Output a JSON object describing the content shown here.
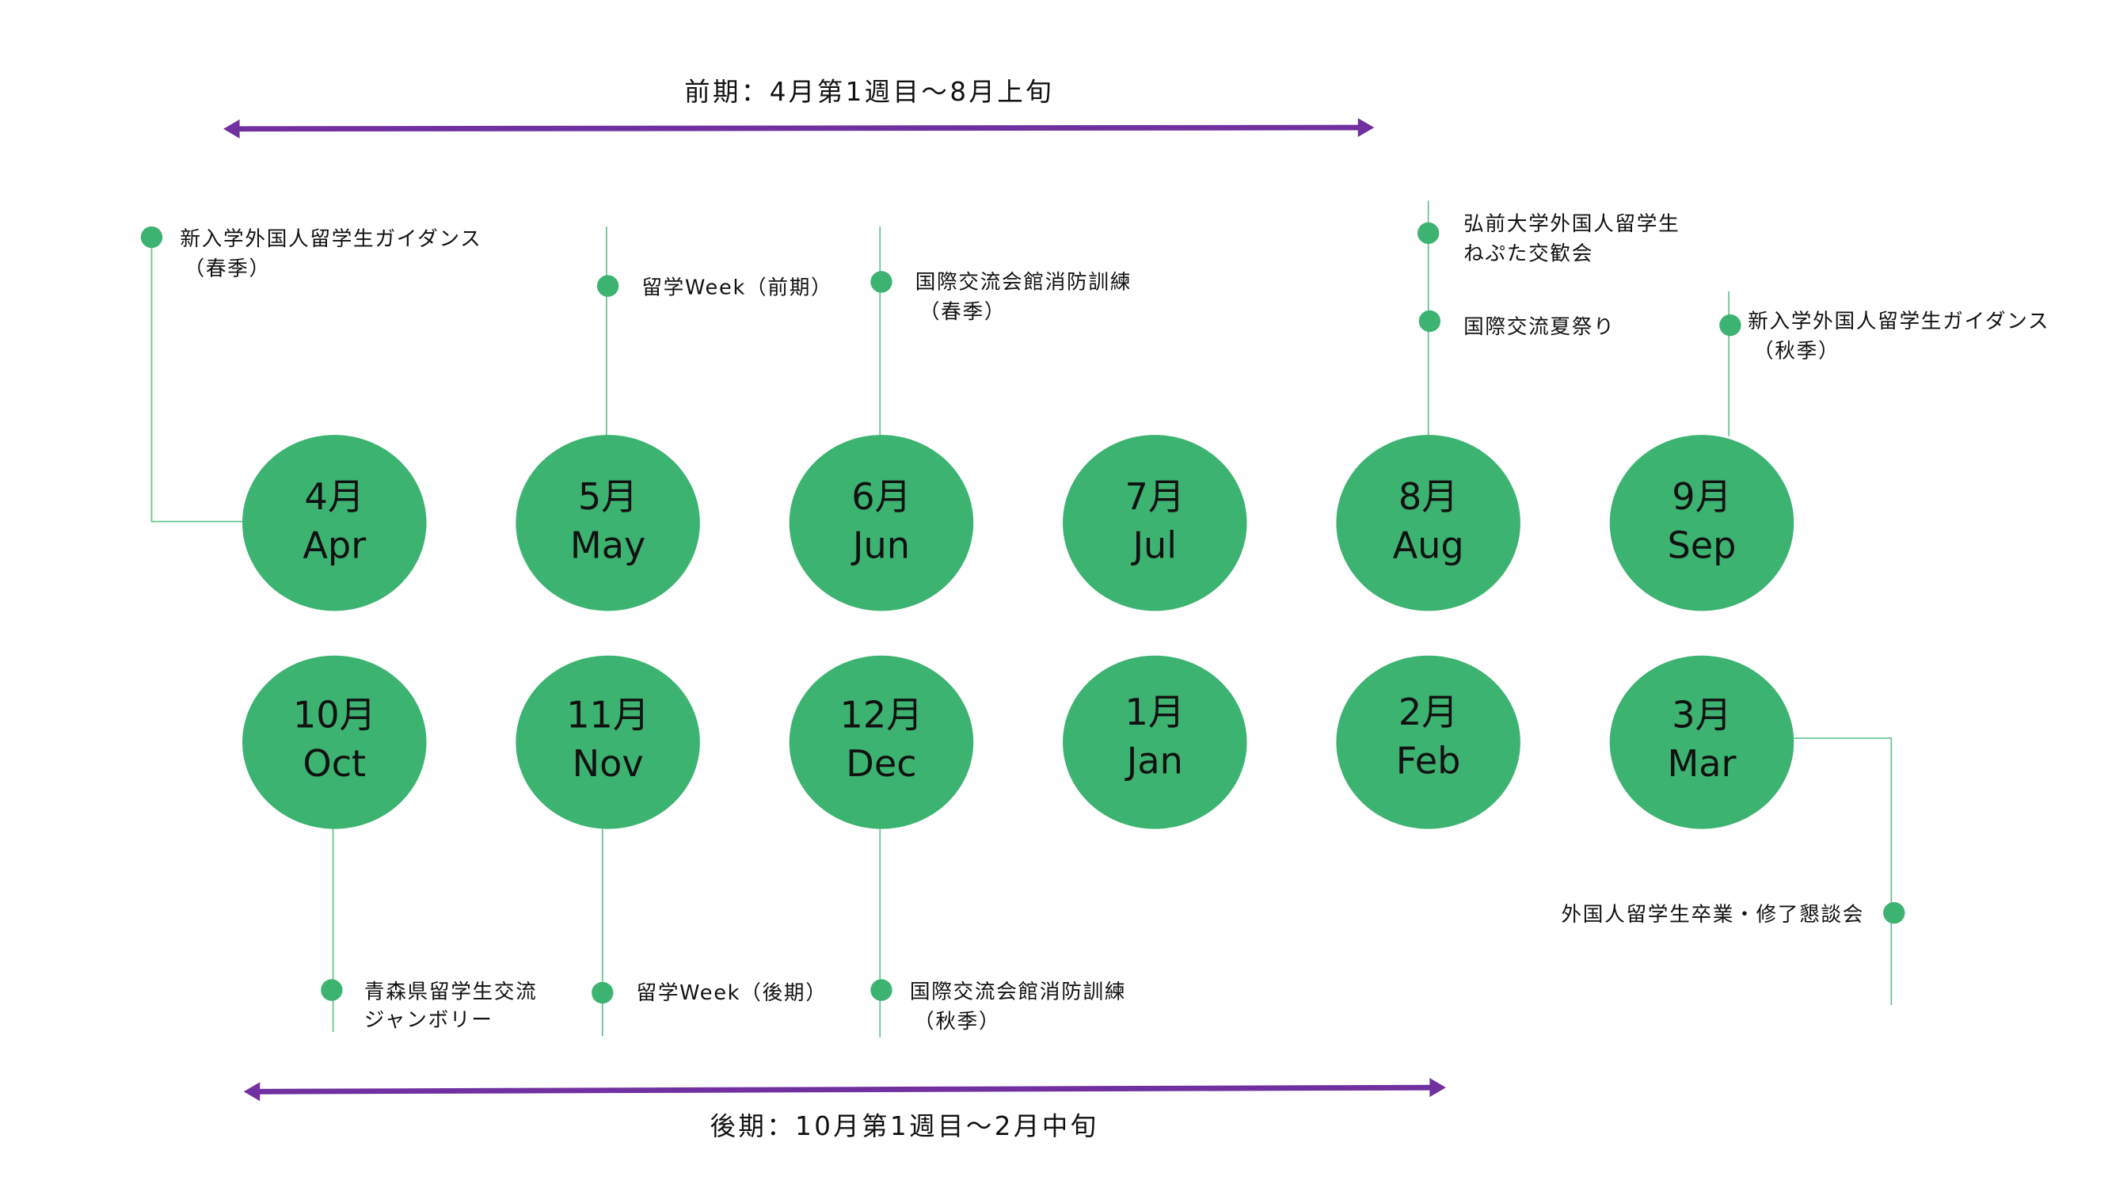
{
  "periods": {
    "first": "前期：4月第1週目～8月上旬",
    "second": "後期：10月第1週目～2月中旬"
  },
  "months_top": [
    {
      "ja": "4月",
      "en": "Apr"
    },
    {
      "ja": "5月",
      "en": "May"
    },
    {
      "ja": "6月",
      "en": "Jun"
    },
    {
      "ja": "7月",
      "en": "Jul"
    },
    {
      "ja": "8月",
      "en": "Aug"
    },
    {
      "ja": "9月",
      "en": "Sep"
    }
  ],
  "months_bottom": [
    {
      "ja": "10月",
      "en": "Oct"
    },
    {
      "ja": "11月",
      "en": "Nov"
    },
    {
      "ja": "12月",
      "en": "Dec"
    },
    {
      "ja": "1月",
      "en": "Jan"
    },
    {
      "ja": "2月",
      "en": "Feb"
    },
    {
      "ja": "3月",
      "en": "Mar"
    }
  ],
  "events": {
    "apr": [
      "新入学外国人留学生ガイダンス",
      "（春季）"
    ],
    "may": [
      "留学Week（前期）"
    ],
    "jun": [
      "国際交流会館消防訓練",
      "（春季）"
    ],
    "aug1": [
      "弘前大学外国人留学生",
      "ねぷた交歓会"
    ],
    "aug2": [
      "国際交流夏祭り"
    ],
    "sep": [
      "新入学外国人留学生ガイダンス",
      "（秋季）"
    ],
    "oct": [
      "青森県留学生交流",
      "ジャンボリー"
    ],
    "nov": [
      "留学Week（後期）"
    ],
    "dec": [
      "国際交流会館消防訓練",
      "（秋季）"
    ],
    "mar": [
      "外国人留学生卒業・修了懇談会"
    ]
  },
  "colors": {
    "circle": "#3cb371",
    "arrow": "#7030a0"
  }
}
